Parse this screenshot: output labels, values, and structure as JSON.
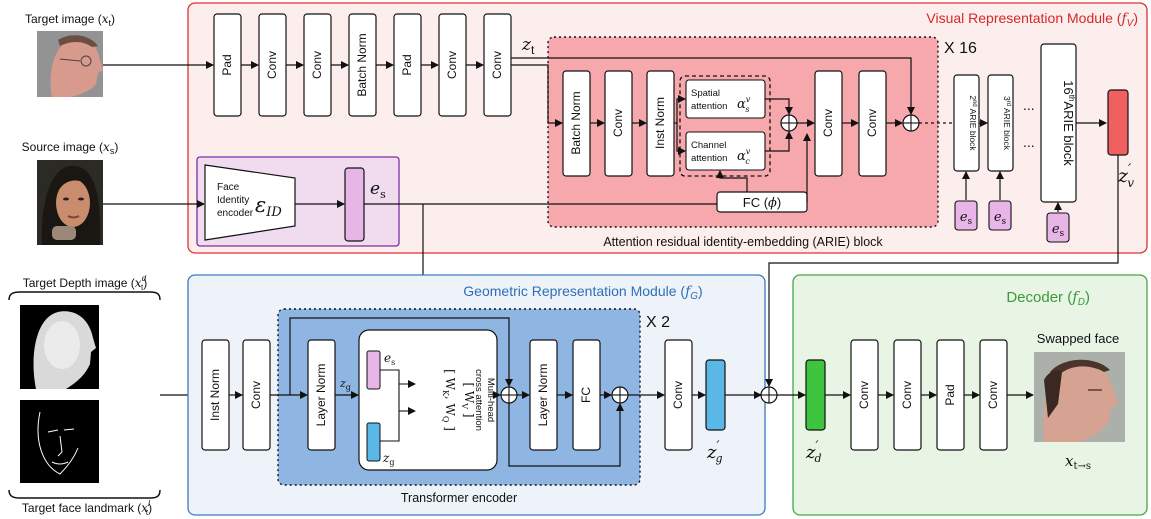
{
  "visual_module": {
    "title": "Visual Representation Module (",
    "symbol": "f",
    "sub": "V",
    "close": ")",
    "backbone_layers": [
      "Pad",
      "Conv",
      "Conv",
      "Batch Norm",
      "Pad",
      "Conv",
      "Conv"
    ],
    "zt_label": "z",
    "zt_sub": "t",
    "repeat": "X 16",
    "arie": {
      "caption": "Attention residual identity-embedding (ARIE) block",
      "layers": [
        "Batch Norm",
        "Conv",
        "Inst Norm"
      ],
      "spatial_label_1": "Spatial",
      "spatial_label_2": "attention",
      "spatial_sym": "α",
      "spatial_sup": "v",
      "spatial_sub": "s",
      "channel_label_1": "Channel",
      "channel_label_2": "attention",
      "channel_sym": "α",
      "channel_sup": "v",
      "channel_sub": "c",
      "post_layers": [
        "Conv",
        "Conv"
      ],
      "fc_label": "FC (",
      "fc_sym": "ϕ",
      "fc_close": ")"
    },
    "blocks": [
      {
        "ord": "2",
        "sup": "nd",
        "rest": " ARIE block"
      },
      {
        "ord": "3",
        "sup": "rd",
        "rest": " ARIE block"
      },
      {
        "ord": "16",
        "sup": "th",
        "rest": "ARIE block"
      }
    ],
    "ellipsis": "...",
    "es_label": "e",
    "es_sub": "s",
    "out_label": "z",
    "out_sub": "v",
    "prime": "′",
    "encoder_lines": [
      "Face",
      "Identity",
      "encoder"
    ],
    "encoder_sym": "ε",
    "encoder_sub": "ID"
  },
  "geometric_module": {
    "title": "Geometric Representation Module (",
    "symbol": "f",
    "sub": "G",
    "close": ")",
    "repeat": "X 2",
    "layers": [
      "Inst Norm",
      "Conv"
    ],
    "transformer": {
      "caption": "Transformer encoder",
      "layer_norm": "Layer Norm",
      "zg_label": "z",
      "zg_sub": "g",
      "es_label": "e",
      "es_sub": "s",
      "mhca_lines": [
        "Multi-head",
        "cross attention"
      ],
      "wkq": "[ W",
      "wkq_k": "K",
      "wkq_mid": ", W",
      "wkq_q": "Q",
      "wkq_close": " ]",
      "wv": "[ W",
      "wv_v": "V",
      "wv_close": " ]",
      "post_layers": [
        "Layer Norm",
        "FC"
      ]
    },
    "out_conv": "Conv",
    "out_label": "z",
    "out_sub": "g"
  },
  "decoder": {
    "title": "Decoder (",
    "symbol": "f",
    "sub": "D",
    "close": ")",
    "in_label": "z",
    "in_sub": "d",
    "layers": [
      "Conv",
      "Conv",
      "Pad",
      "Conv"
    ],
    "swapped_label": "Swapped face",
    "out_label": "x",
    "out_sub": "t→s"
  },
  "inputs": {
    "target_label": "Target image (",
    "target_sym": "x",
    "target_sub": "t",
    "source_label": "Source image (",
    "source_sym": "x",
    "source_sub": "s",
    "depth_label": "Target Depth image (",
    "depth_sym": "x",
    "depth_sup": "d",
    "depth_sub": "t",
    "landmark_label": "Target face landmark (",
    "landmark_sym": "x",
    "landmark_sup": "l",
    "landmark_sub": "t",
    "close": ")"
  },
  "colors": {
    "visual_bg": "#fdeeee",
    "visual_border": "#e03131",
    "visual_title": "#d62828",
    "arie_bg": "#f7a8ac",
    "identity_bg": "#f1dcef",
    "identity_border": "#7b2fa0",
    "es_fill": "#e8b6e6",
    "geo_bg": "#eef3fa",
    "geo_border": "#3a7bbf",
    "geo_title": "#2e6fb7",
    "transformer_bg": "#8fb6e3",
    "zg_fill": "#5ab7e6",
    "dec_bg": "#e8f5e4",
    "dec_border": "#44a648",
    "dec_title": "#3a9a3a",
    "zd_fill": "#3ec43e",
    "zv_fill": "#f06060"
  }
}
